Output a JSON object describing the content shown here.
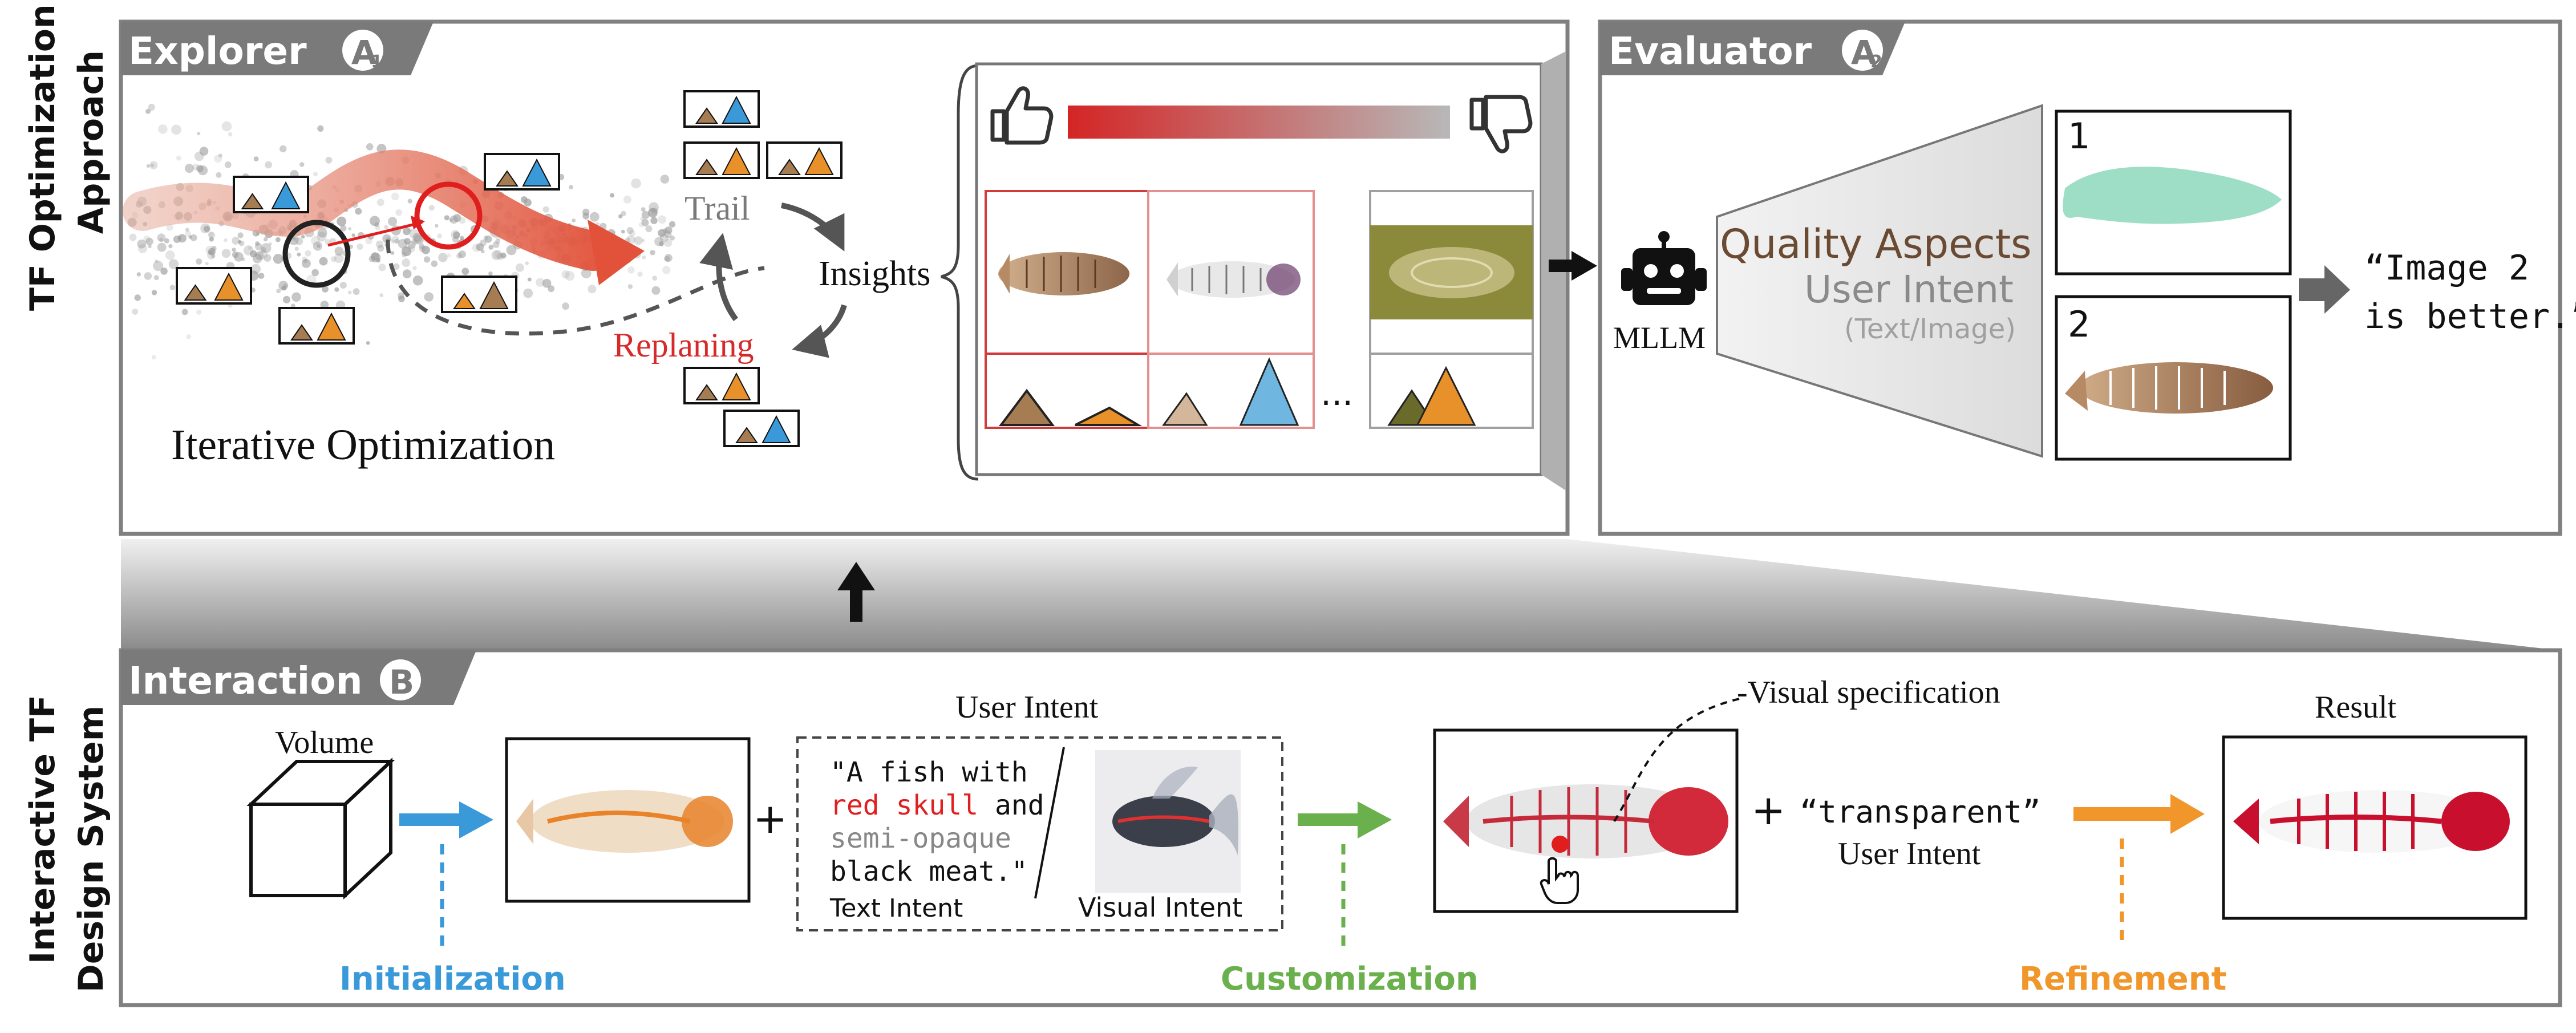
{
  "side_labels": {
    "top": [
      "TF Optimization",
      "Approach"
    ],
    "bottom": [
      "Interactive TF",
      "Design System"
    ]
  },
  "explorer": {
    "title": "Explorer",
    "badge": "A",
    "badge_sub": "1",
    "iterative_label": "Iterative Optimization",
    "loop": {
      "trail": "Trail",
      "insights": "Insights",
      "replaning": "Replaning"
    },
    "ellipsis": "..."
  },
  "evaluator": {
    "title": "Evaluator",
    "badge": "A",
    "badge_sub": "2",
    "mllm_label": "MLLM",
    "quality_aspects": "Quality Aspects",
    "user_intent": "User Intent",
    "text_image": "(Text/Image)",
    "image1_label": "1",
    "image2_label": "2",
    "verdict_line1": "“Image 2",
    "verdict_line2": "is better.”"
  },
  "interaction": {
    "title": "Interaction",
    "badge": "B",
    "volume_label": "Volume",
    "user_intent_header": "User Intent",
    "text_intent_lines": [
      {
        "text": "\"A fish with",
        "color": "#111111"
      },
      {
        "text": "red skull",
        "color": "#e02020",
        "suffix": " and"
      },
      {
        "text": "semi-opaque",
        "color": "#888888"
      },
      {
        "text": "black meat.\"",
        "color": "#111111"
      }
    ],
    "text_intent_caption": "Text Intent",
    "visual_intent_caption": "Visual Intent",
    "visual_spec_label": "-Visual specification",
    "transparent_quote": "“transparent”",
    "user_intent_2": "User Intent",
    "result_label": "Result",
    "plus": "+",
    "stages": [
      {
        "label": "Initialization",
        "color": "#3a9ad9"
      },
      {
        "label": "Customization",
        "color": "#6ab04c"
      },
      {
        "label": "Refinement",
        "color": "#f0962a"
      }
    ]
  },
  "colors": {
    "header_bg": "#7a7a7a",
    "frame": "#808080",
    "red": "#d62a2a",
    "blue": "#3a9ad9",
    "green": "#6ab04c",
    "orange": "#f0962a",
    "brown": "#6b4a33"
  }
}
